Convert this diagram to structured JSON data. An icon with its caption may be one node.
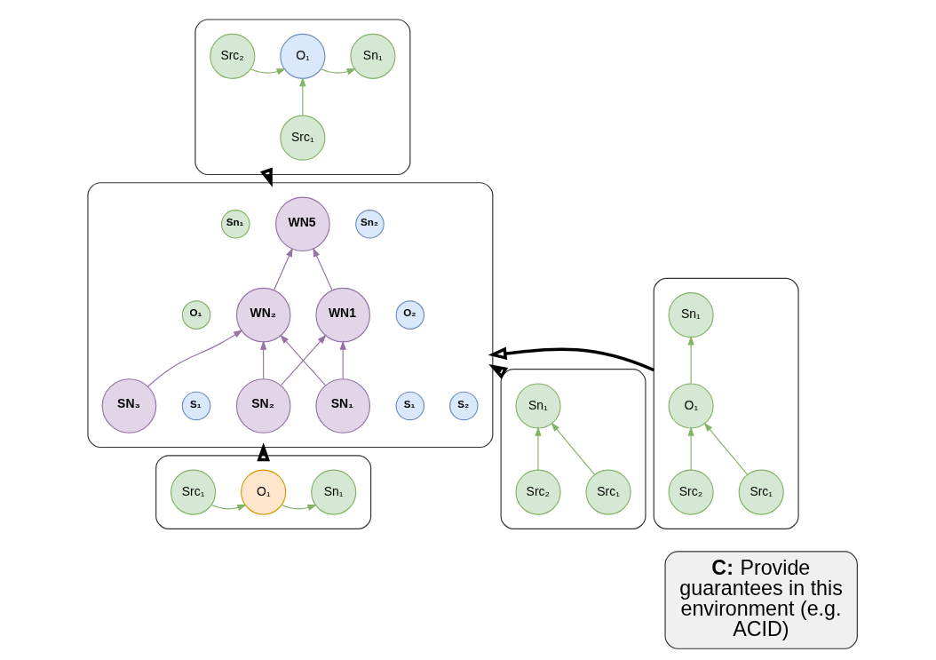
{
  "diagram": {
    "nodes": [
      {
        "text": [],
        "shape": "box"
      },
      {
        "text": [
          "Src₂"
        ],
        "in": 0
      },
      {
        "text": [
          "Src₁"
        ],
        "in": 0
      },
      {
        "text": [
          "O₁"
        ],
        "in": 0
      },
      {
        "text": [
          "Sn₁"
        ],
        "in": 0
      },
      {
        "text": [],
        "shape": "box"
      },
      {
        "text": [
          "Sn₁"
        ],
        "in": 5
      },
      {
        "text": [
          "O₁"
        ],
        "in": 5
      },
      {
        "text": [
          "Src₁"
        ],
        "in": 5
      },
      {
        "text": [
          "Src₂"
        ],
        "in": 5
      },
      {
        "text": [],
        "shape": "box"
      },
      {
        "text": [
          "WN5"
        ],
        "in": 10
      },
      {
        "text": [
          "Sn₁"
        ],
        "in": 10
      },
      {
        "text": [
          "Sn₂"
        ],
        "in": 10
      },
      {
        "text": [
          "WN1"
        ],
        "in": 10
      },
      {
        "text": [
          "O₁"
        ],
        "in": 10
      },
      {
        "text": [
          "WN₂"
        ],
        "in": 10
      },
      {
        "text": [
          "O₂"
        ],
        "in": 10
      },
      {
        "text": [
          "SN₁"
        ],
        "in": 10
      },
      {
        "text": [
          "S₁"
        ],
        "in": 10
      },
      {
        "text": [
          "SN₂"
        ],
        "in": 10
      },
      {
        "text": [
          "S₁"
        ],
        "in": 10
      },
      {
        "text": [
          "SN₃"
        ],
        "in": 10
      },
      {
        "text": [
          "S₂"
        ],
        "in": 10
      },
      {
        "text": [],
        "shape": "box"
      },
      {
        "text": [
          "Sn₁"
        ],
        "in": 24
      },
      {
        "text": [
          "Src₁"
        ],
        "in": 24
      },
      {
        "text": [
          "Src₂"
        ],
        "in": 24
      },
      {
        "text": [],
        "shape": "box"
      },
      {
        "text": [
          "Src₁"
        ],
        "in": 28
      },
      {
        "text": [
          "O₁"
        ],
        "in": 28
      },
      {
        "text": [
          "Sn₁"
        ],
        "in": 28
      },
      {
        "text": [
          "**C:** Provide guarantees in this environment (e.g. ACID)"
        ]
      }
    ],
    "edges": [
      {
        "from": 1,
        "to": 3,
        "arrow": "to"
      },
      {
        "from": 2,
        "to": 3,
        "arrow": "to"
      },
      {
        "from": 3,
        "to": 4,
        "arrow": "to"
      },
      {
        "from": 7,
        "to": 6,
        "arrow": "to"
      },
      {
        "from": 8,
        "to": 7,
        "arrow": "to"
      },
      {
        "from": 9,
        "to": 7,
        "arrow": "to"
      },
      {
        "from": 14,
        "to": 11,
        "arrow": "to",
        "color": "#9673a6"
      },
      {
        "from": 16,
        "to": 11,
        "arrow": "to",
        "color": "#9673a6"
      },
      {
        "from": 18,
        "to": 14,
        "arrow": "to",
        "color": "#9673a6"
      },
      {
        "from": 20,
        "to": 14,
        "arrow": "to",
        "color": "#9673a6"
      },
      {
        "from": 18,
        "to": 16,
        "arrow": "to",
        "color": "#9673a6"
      },
      {
        "from": 20,
        "to": 16,
        "arrow": "to",
        "color": "#9673a6"
      },
      {
        "from": 22,
        "to": 16,
        "arrow": "to",
        "color": "#9673a6"
      },
      {
        "from": 26,
        "to": 25,
        "arrow": "to"
      },
      {
        "from": 27,
        "to": 25,
        "arrow": "to"
      },
      {
        "from": 29,
        "to": 30,
        "arrow": "to"
      },
      {
        "from": 30,
        "to": 31,
        "arrow": "to"
      },
      {
        "from": 0,
        "to": 10,
        "arrow": "to",
        "style": "thick",
        "color": "#000000"
      },
      {
        "from": 5,
        "to": 10,
        "arrow": "to",
        "style": "thick",
        "color": "#000000"
      },
      {
        "from": 24,
        "to": 10,
        "arrow": "to",
        "style": "thick",
        "color": "#000000"
      },
      {
        "from": 28,
        "to": 10,
        "arrow": "to",
        "style": "thick",
        "color": "#000000"
      }
    ]
  }
}
